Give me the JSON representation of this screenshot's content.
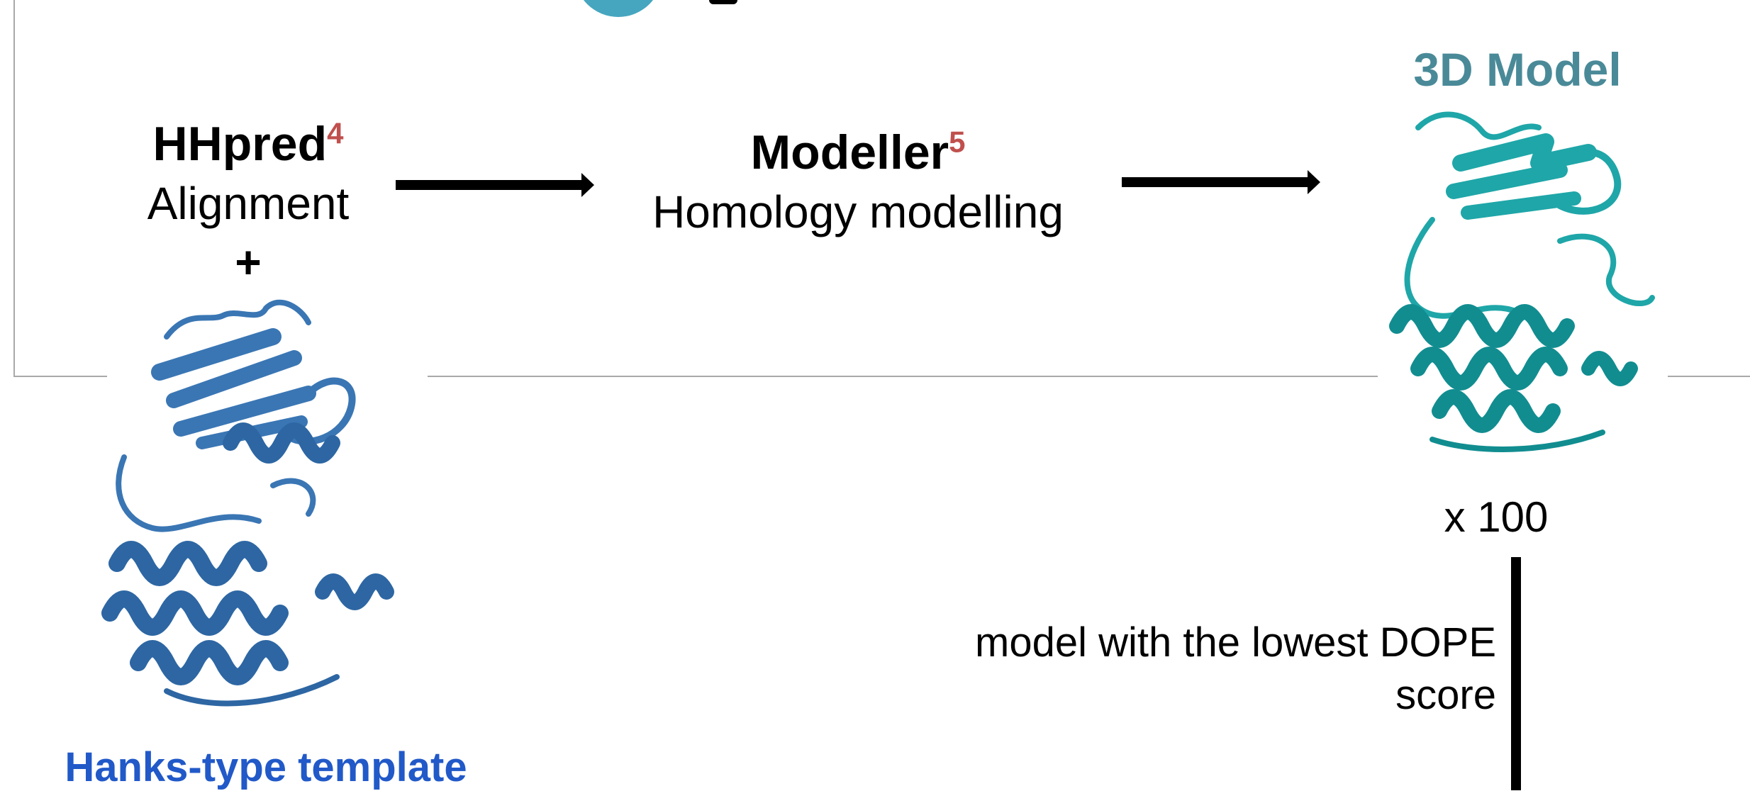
{
  "colors": {
    "accent_teal": "#4a8a98",
    "superscript_red": "#c0504d",
    "template_blue": "#2159c8",
    "circle_teal": "#46a6bf",
    "protein_blue": "#3a76b4",
    "protein_cyan": "#1fa6a8",
    "frame_grey": "#a9a9a9"
  },
  "hhpred": {
    "title": "HHpred",
    "ref": "4",
    "subtitle": "Alignment",
    "plus": "+"
  },
  "modeller": {
    "title": "Modeller",
    "ref": "5",
    "subtitle": "Homology modelling"
  },
  "model": {
    "title": "3D Model",
    "count": "x 100"
  },
  "selection": {
    "line1": "model with the lowest DOPE",
    "line2": "score"
  },
  "template": {
    "label": "Hanks-type template"
  }
}
